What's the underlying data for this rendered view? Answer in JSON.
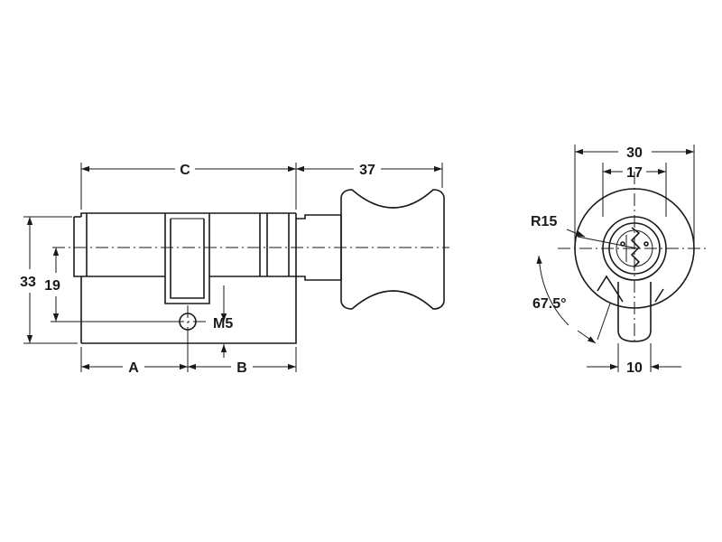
{
  "diagram": {
    "side_view": {
      "dim_C": "C",
      "dim_37": "37",
      "dim_33": "33",
      "dim_19": "19",
      "dim_M5": "M5",
      "dim_A": "A",
      "dim_B": "B"
    },
    "end_view": {
      "dim_30": "30",
      "dim_17": "17",
      "dim_R15": "R15",
      "dim_angle": "67.5°",
      "dim_10": "10"
    }
  }
}
